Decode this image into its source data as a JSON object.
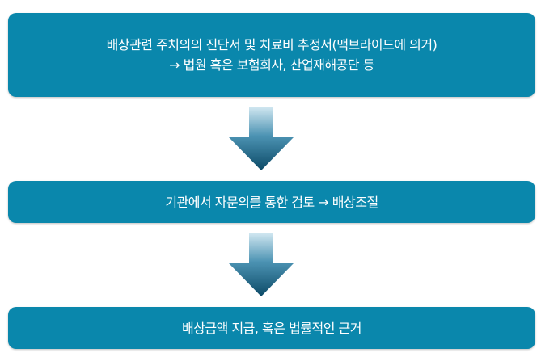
{
  "flow": {
    "steps": [
      {
        "lines": [
          "배상관련 주치의의 진단서 및 치료비 추정서(맥브라이드에 의거)",
          "→ 법원 혹은 보험회사, 산업재해공단 등"
        ]
      },
      {
        "lines": [
          "기관에서 자문의를 통한 검토 → 배상조절"
        ]
      },
      {
        "lines": [
          "배상금액 지급, 혹은 법률적인 근거"
        ]
      }
    ],
    "arrows": [
      "down-arrow-icon",
      "down-arrow-icon"
    ]
  },
  "colors": {
    "box": "#0a87ac",
    "text": "#ffffff",
    "arrow_top": "#c9e3ee",
    "arrow_bottom": "#0e4d6a"
  }
}
